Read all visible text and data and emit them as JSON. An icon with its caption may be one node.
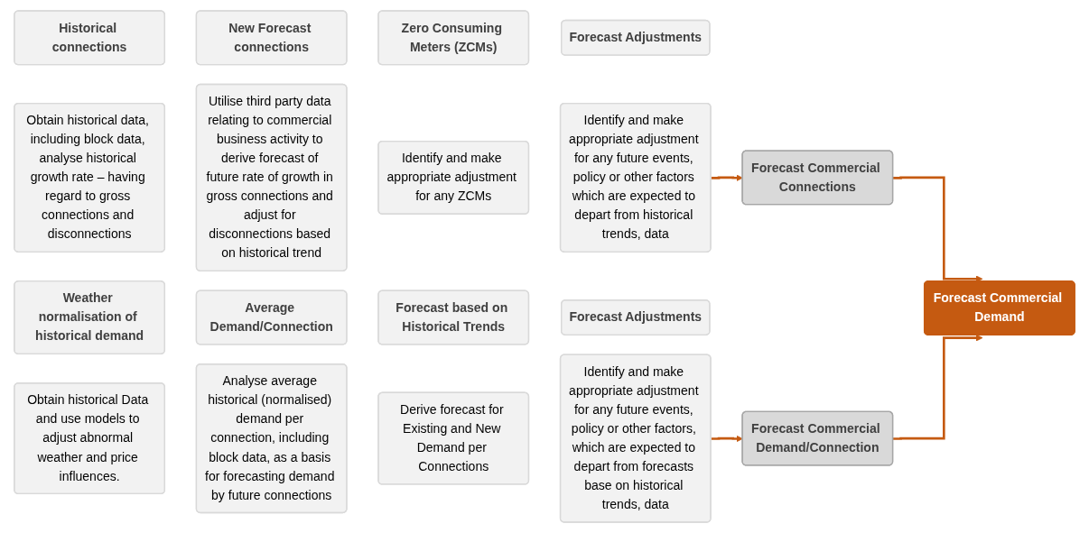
{
  "diagram": {
    "nodes": [
      {
        "text": [
          "Historical connections"
        ]
      },
      {
        "text": [
          "New Forecast connections"
        ]
      },
      {
        "text": [
          "Zero Consuming Meters (ZCMs)"
        ]
      },
      {
        "text": [
          "Forecast Adjustments"
        ]
      },
      {
        "text": [
          "Obtain historical data, including block data, analyse historical growth rate – having regard to gross connections and disconnections"
        ]
      },
      {
        "text": [
          "Utilise third party data relating to commercial business activity to derive forecast of future rate of growth in gross connections and adjust for disconnections based on historical trend"
        ]
      },
      {
        "text": [
          "Identify and make appropriate adjustment for any ZCMs"
        ]
      },
      {
        "text": [
          "Identify and make appropriate adjustment for any future events, policy or other factors which are expected to depart from historical trends, data"
        ]
      },
      {
        "text": [
          "Forecast Commercial Connections"
        ]
      },
      {
        "text": [
          "Forecast Commercial Demand"
        ]
      },
      {
        "text": [
          "Weather normalisation of historical demand"
        ]
      },
      {
        "text": [
          "Average Demand/Connection"
        ]
      },
      {
        "text": [
          "Forecast based on Historical Trends"
        ]
      },
      {
        "text": [
          "Forecast Adjustments"
        ]
      },
      {
        "text": [
          "Obtain historical Data and use models to adjust abnormal weather and price influences."
        ]
      },
      {
        "text": [
          "Analyse average historical (normalised) demand per connection, including block data, as a basis for forecasting demand by future connections"
        ]
      },
      {
        "text": [
          "Derive forecast for Existing and New Demand per Connections"
        ]
      },
      {
        "text": [
          "Identify and make appropriate adjustment for any future events, policy or other factors, which are expected to depart from forecasts base on historical trends, data"
        ]
      },
      {
        "text": [
          "Forecast Commercial Demand/Connection"
        ]
      }
    ],
    "edges": [
      {
        "from": 7,
        "to": 8,
        "arrow": "to"
      },
      {
        "from": 17,
        "to": 18,
        "arrow": "to"
      },
      {
        "from": 8,
        "to": 9,
        "arrow": "to"
      },
      {
        "from": 18,
        "to": 9,
        "arrow": "to"
      }
    ]
  }
}
